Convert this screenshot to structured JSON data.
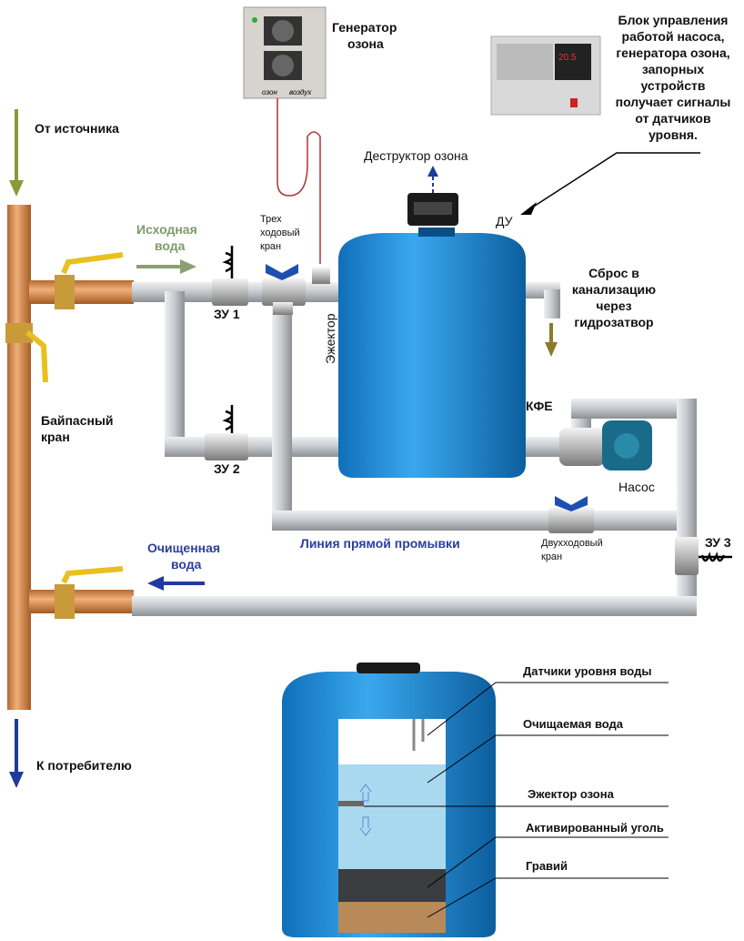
{
  "labels": {
    "from_source": "От источника",
    "to_consumer": "К потребителю",
    "source_water": [
      "Исходная",
      "вода"
    ],
    "purified_water": [
      "Очищенная",
      "вода"
    ],
    "bypass_valve": [
      "Байпасный",
      "кран"
    ],
    "ozone_generator": [
      "Генератор",
      "озона"
    ],
    "generator_ports": [
      "озон",
      "воздух"
    ],
    "ozone_destructor": "Деструктор озона",
    "control_block": [
      "Блок управления",
      "работой насоса,",
      "генератора озона,",
      "запорных",
      "устройств",
      "получает сигналы",
      "от датчиков",
      "уровня."
    ],
    "level_sensor": "ДУ",
    "three_way_valve": [
      "Трех",
      "ходовый",
      "кран"
    ],
    "ejector": "Эжектор",
    "zu1": "ЗУ 1",
    "zu2": "ЗУ 2",
    "zu3": "ЗУ 3",
    "drain": [
      "Сброс в",
      "канализацию",
      "через",
      "гидрозатвор"
    ],
    "kfe": "КФЕ",
    "pump": "Насос",
    "flush_line": "Линия прямой промывки",
    "two_way_valve": [
      "Двухходовый",
      "кран"
    ],
    "cutaway": {
      "sensors": "Датчики уровня воды",
      "water": "Очищаемая вода",
      "ejector": "Эжектор озона",
      "carbon": "Активированный уголь",
      "gravel": "Гравий"
    },
    "control_display": "20.5"
  },
  "colors": {
    "tank": "#1b8ed6",
    "copper": "#d08a4a",
    "pipe": "#c8ccd0",
    "source_arrow": "#8a9a3a",
    "purified_arrow": "#1f3b9c",
    "flush_text": "#2a3f9c",
    "source_text": "#7f9a6a"
  }
}
